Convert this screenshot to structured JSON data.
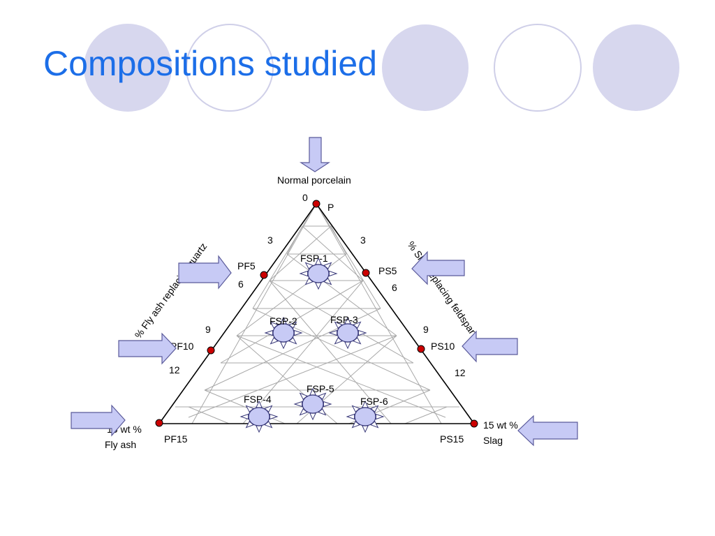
{
  "slide": {
    "title": "Compositions studied"
  },
  "colors": {
    "title": "#1c6ee8",
    "circle_fill": "#d7d7ee",
    "circle_stroke": "#c8c8e2",
    "arrow_fill": "#c7caf5",
    "marker": "#cc0000"
  },
  "diagram": {
    "apex_label": "Normal porcelain",
    "apex_value": "0",
    "apex_point": "P",
    "left_axis_title": "% Fly ash replacing quartz",
    "right_axis_title": "% Slag replacing feldspar",
    "left_ticks": [
      "3",
      "6",
      "9",
      "12"
    ],
    "right_ticks": [
      "3",
      "6",
      "9",
      "12"
    ],
    "left_points": [
      "PF5",
      "PF10"
    ],
    "right_points": [
      "PS5",
      "PS10"
    ],
    "bottom_left_points": "PF15",
    "bottom_right_points": "PS15",
    "left_corner_label_1": "15 wt %",
    "left_corner_label_2": "Fly ash",
    "right_corner_label_1": "15 wt %",
    "right_corner_label_2": "Slag",
    "compositions": [
      "FSP-1",
      "FSP-2",
      "FSP-3",
      "FSP-4",
      "FSP-5",
      "FSP-6"
    ]
  }
}
